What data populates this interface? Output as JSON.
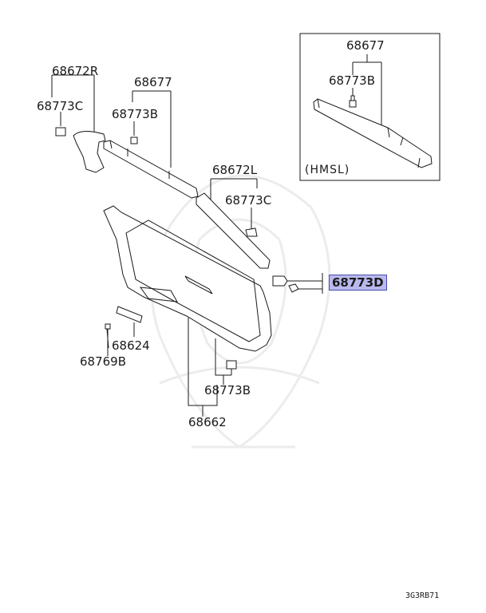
{
  "labels": {
    "p68672R": "68672R",
    "p68773C_left": "68773C",
    "p68677_main": "68677",
    "p68773B_top": "68773B",
    "p68672L": "68672L",
    "p68773C_right": "68773C",
    "p68773D": "68773D",
    "p68624": "68624",
    "p68769B": "68769B",
    "p68773B_bottom": "68773B",
    "p68662": "68662",
    "p68677_inset": "68677",
    "p68773B_inset": "68773B",
    "hmsl": "(HMSL)"
  },
  "figure_code": "3G3RB71",
  "colors": {
    "line": "#1a1a1a",
    "highlight": "#b9b9ee",
    "watermark": "#ececec"
  }
}
